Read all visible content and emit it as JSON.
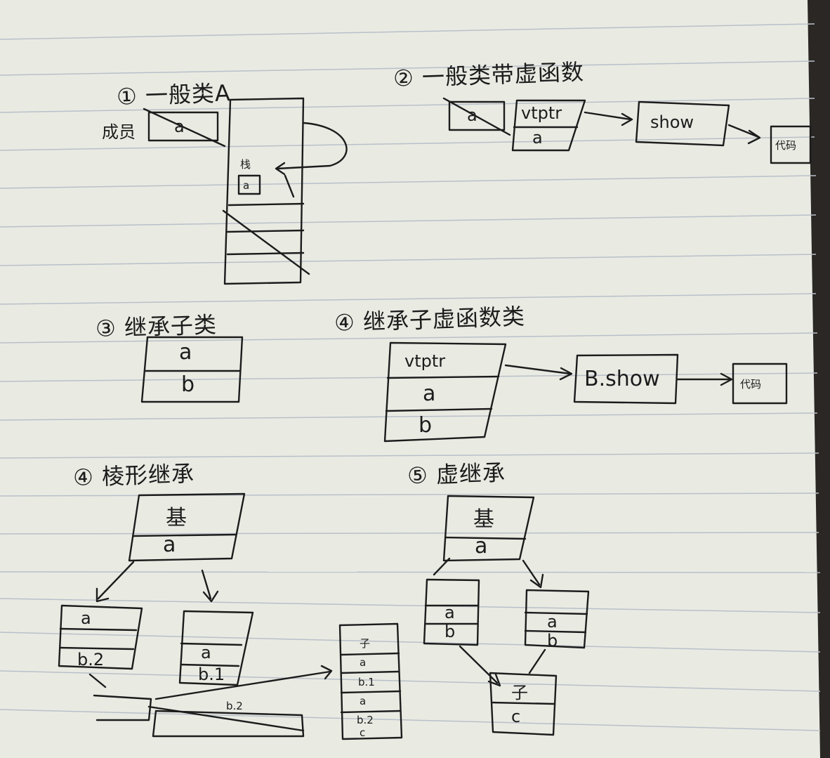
{
  "colors": {
    "paper": "#e9ebe3",
    "ink": "#1c1c1c",
    "rule_line": "#b9bfc8",
    "background": "#2a2724"
  },
  "sections": {
    "s1": {
      "heading": "① 一般类A",
      "member_label": "成员",
      "member_value": "a",
      "memory_labels": [
        "栈",
        "a"
      ]
    },
    "s2": {
      "heading": "② 一般类带虚函数",
      "member_value": "a",
      "vptr": "vtptr",
      "field": "a",
      "vtable_entry": "show",
      "target": "代码"
    },
    "s3": {
      "heading": "③ 继承子类",
      "fields": [
        "a",
        "b"
      ]
    },
    "s4a": {
      "heading": "④ 继承子虚函数类",
      "vptr": "vtptr",
      "fields": [
        "a",
        "b"
      ],
      "vtable_entry": "B.show",
      "target": "代码"
    },
    "s4b": {
      "heading": "④ 棱形继承",
      "base_label": "基",
      "base_field": "a",
      "left_child": [
        "a",
        "b.2"
      ],
      "right_child": [
        "a",
        "b.1"
      ],
      "grandchild": [
        "子",
        "a",
        "b.1",
        "a",
        "b.2",
        "c"
      ],
      "bottom_labels": [
        "b.2"
      ]
    },
    "s5": {
      "heading": "⑤ 虚继承",
      "base_label": "基",
      "base_field": "a",
      "left_child": [
        "a",
        "b"
      ],
      "right_child": [
        "a",
        "b"
      ],
      "grandchild": [
        "子",
        "c"
      ]
    }
  }
}
